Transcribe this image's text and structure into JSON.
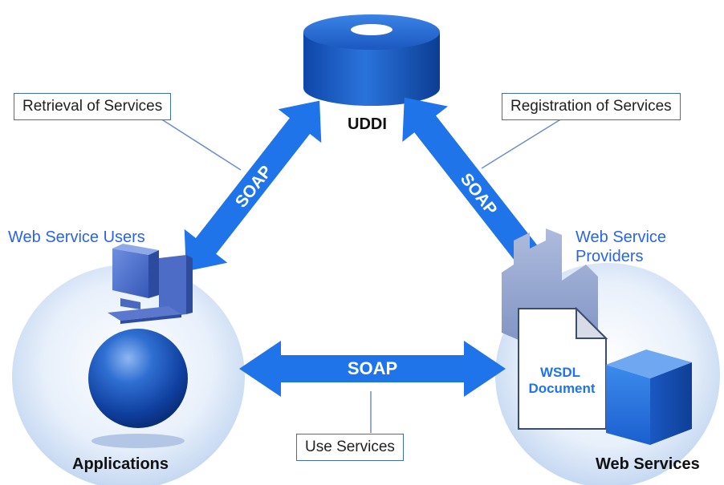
{
  "nodes": {
    "uddi": "UDDI",
    "applications": "Applications",
    "web_services": "Web Services",
    "wsdl_line1": "WSDL",
    "wsdl_line2": "Document"
  },
  "actors": {
    "users": "Web Service Users",
    "providers_line1": "Web Service",
    "providers_line2": "Providers"
  },
  "callouts": {
    "retrieval": "Retrieval of Services",
    "registration": "Registration of Services",
    "use": "Use Services"
  },
  "protocol": {
    "left": "SOAP",
    "right": "SOAP",
    "bottom": "SOAP"
  },
  "colors": {
    "arrow": "#1f74ea",
    "cylinder": "#1a5bc4",
    "label_blue": "#2a64e8",
    "callout_border": "#3f6fb4"
  }
}
